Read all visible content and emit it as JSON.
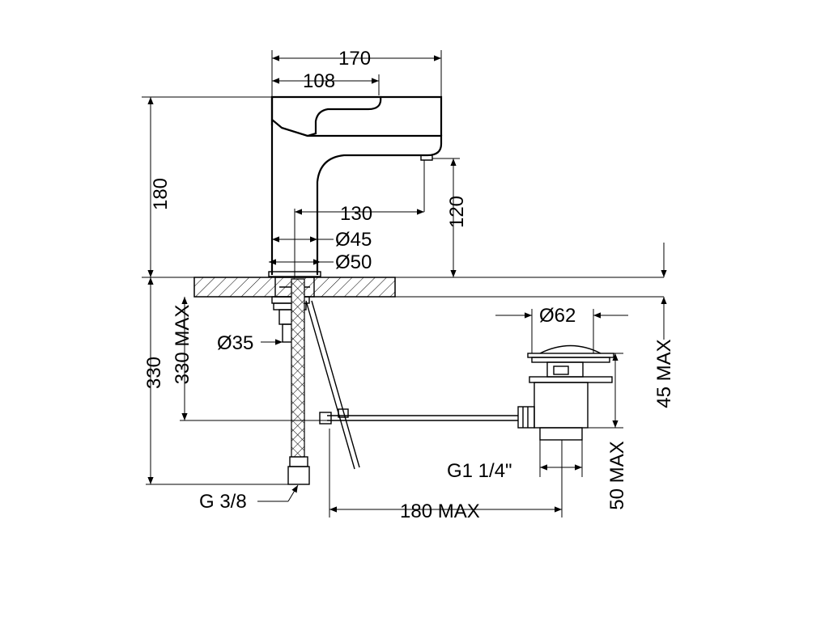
{
  "dimensions": {
    "width_total": "170",
    "handle_width": "108",
    "height_total": "180",
    "spout_reach": "130",
    "spout_height": "120",
    "base_diameter_inner": "Ø45",
    "base_diameter_outer": "Ø50",
    "shank_diameter": "Ø35",
    "below_deck": "330",
    "hose_length": "330 MAX",
    "waste_diameter": "Ø62",
    "waste_height": "45 MAX",
    "waste_body": "50 MAX",
    "waste_thread": "G1 1/4\"",
    "hose_thread": "G 3/8",
    "pull_rod_reach": "180 MAX"
  }
}
